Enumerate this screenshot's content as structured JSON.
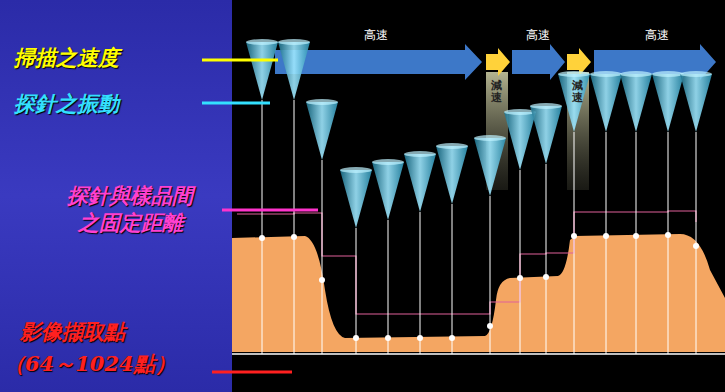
{
  "diagram": {
    "labels": [
      "掃描之速度",
      "探針之振動",
      "探針與樣品間 之固定距離",
      "影像擷取點",
      "（64～1024點）",
      "高速",
      "減速",
      "高速",
      "減速",
      "高速"
    ]
  }
}
